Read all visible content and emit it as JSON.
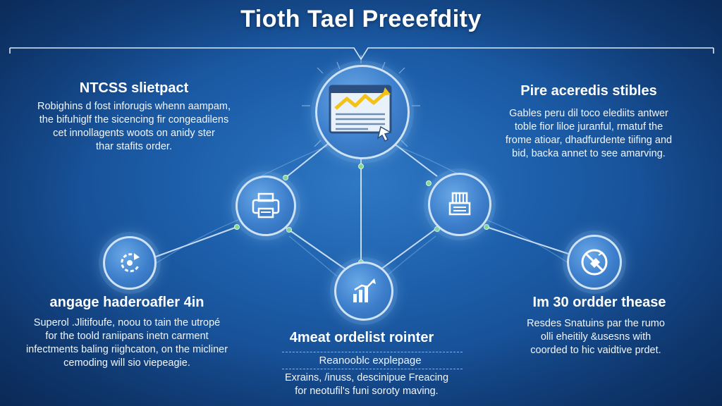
{
  "title": "Tioth Tael Preeefdity",
  "colors": {
    "background": "#1d5fab",
    "node_fill": "#3d7fcc",
    "node_ring": "#cfe3f7",
    "connector": "#dbeaf8",
    "accent_dash": "#e0a64a",
    "chart_line": "#f2c21b"
  },
  "sections": {
    "top_left": {
      "heading": "NTCSS slietpact",
      "text": "Robighins d fost inforugis whenn aampam,\nthe bifuhiglf the sicencing fir congeadilens\ncet innollagents woots on anidy ster\nthar stafits order."
    },
    "top_right": {
      "heading": "Pire aceredis stibles",
      "text": "Gables peru dil toco elediits antwer\ntoble fior liloe juranful, rmatuf the\nfrome atioar, dhadfurdente tiifing and\nbid, backa annet to see amarving."
    },
    "bottom_left": {
      "heading": "angage haderoafler 4in",
      "text": "Superol .Jlitifoufe, noou to tain the utropé\nfor the toold raniipans inetn carment\ninfectments baling riighcaton, on the micliner\ncemoding will sio viepeagie."
    },
    "bottom_center": {
      "heading": "4meat ordelist rointer",
      "subheading": "Reanooblc explepage",
      "text": "Exrains, /inuss, descinipue Freacing\nfor neotufil's funi soroty maving."
    },
    "bottom_right": {
      "heading": "Im 30 ordder thease",
      "text": "Resdes Snatuins par the rumo\nolli eheitily &usesns with\ncoorded to hic vaidtive prdet."
    }
  },
  "nodes": {
    "center_top": "chart-monitor-icon",
    "left_mid": "printer-icon",
    "right_mid": "document-icon",
    "far_left": "refresh-icon",
    "far_right": "no-entry-icon",
    "bottom_center": "bar-chart-icon"
  }
}
